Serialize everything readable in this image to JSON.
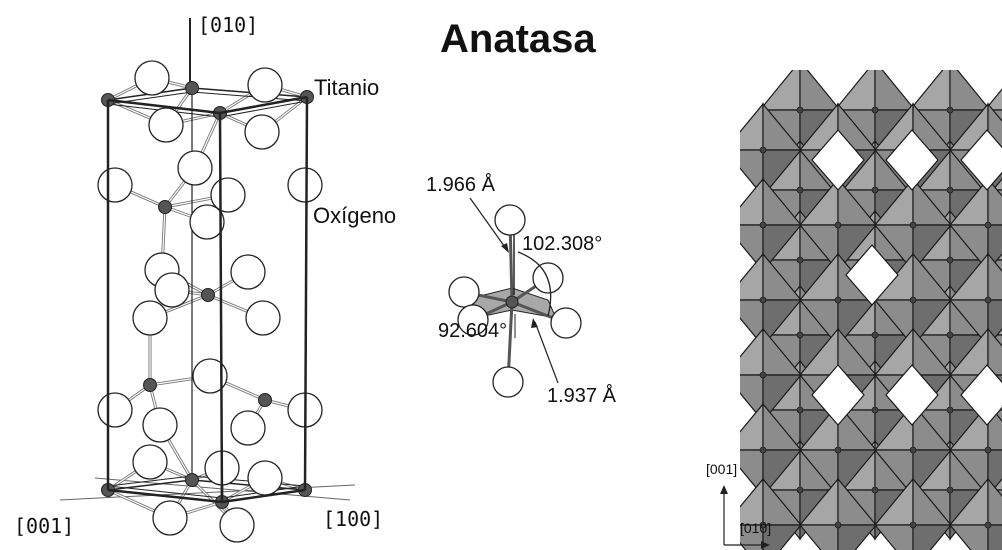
{
  "title": "Anatasa",
  "labels": {
    "titanio": "Titanio",
    "oxigeno": "Oxígeno",
    "axis_010_top": "[010]",
    "axis_001_left": "[001]",
    "axis_100": "[100]",
    "bond_long": "1.966 Å",
    "angle_large": "102.308°",
    "angle_small": "92.604°",
    "bond_short": "1.937 Å",
    "poly_axis_001": "[001]",
    "poly_axis_010": "[010]"
  },
  "colors": {
    "stroke": "#222222",
    "titanium": "#555555",
    "oxygen_fill": "#ffffff",
    "octahedron_fill": "#8c8c8c",
    "octahedron_light": "#a6a6a6",
    "octahedron_dark": "#6e6e6e"
  }
}
